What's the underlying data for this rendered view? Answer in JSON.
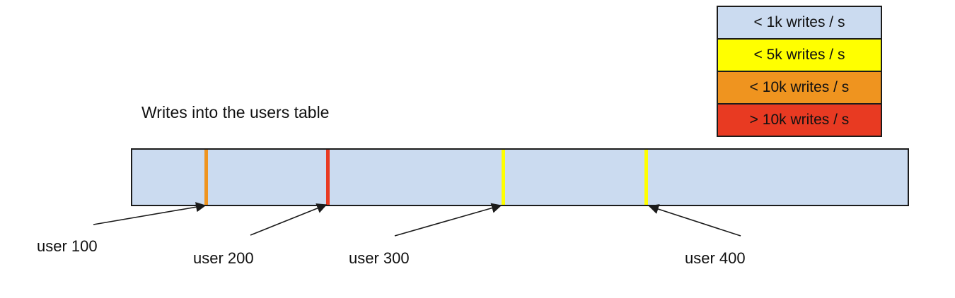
{
  "canvas": {
    "background": "#ffffff"
  },
  "title": "Writes into the users table",
  "legend": {
    "items": [
      {
        "label": "< 1k writes / s",
        "color": "#cbdbf0"
      },
      {
        "label": "< 5k writes / s",
        "color": "#ffff00"
      },
      {
        "label": "< 10k writes / s",
        "color": "#ef941f"
      },
      {
        "label": "> 10k writes / s",
        "color": "#e83a22"
      }
    ]
  },
  "table_bar": {
    "fill": "#cbdbf0",
    "border": "#1b1b1b"
  },
  "markers": [
    {
      "user": "user 100",
      "color": "#ef941f",
      "rate": "< 10k writes / s"
    },
    {
      "user": "user 200",
      "color": "#e83a22",
      "rate": "> 10k writes / s"
    },
    {
      "user": "user 300",
      "color": "#ffff00",
      "rate": "< 5k writes / s"
    },
    {
      "user": "user 400",
      "color": "#ffff00",
      "rate": "< 5k writes / s"
    }
  ]
}
